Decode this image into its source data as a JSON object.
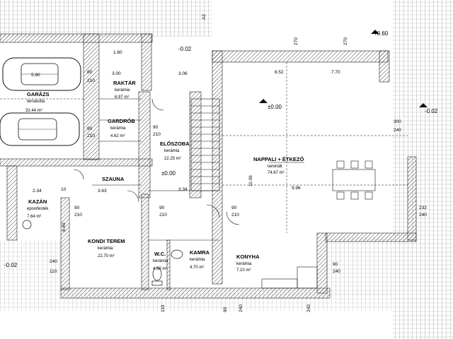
{
  "rooms": [
    {
      "id": "garazs",
      "name": "GARÁZS",
      "floor": "terrakotta",
      "area": "32.44 m²"
    },
    {
      "id": "raktar",
      "name": "RAKTÁR",
      "floor": "kerámia",
      "area": "6.97 m²"
    },
    {
      "id": "gardrob",
      "name": "GARDRÓB",
      "floor": "kerámia",
      "area": "4.62 m²"
    },
    {
      "id": "eloszoba",
      "name": "ELŐSZOBA",
      "floor": "kerámia",
      "area": "22.25 m²",
      "level": "±0.00"
    },
    {
      "id": "nappali",
      "name": "NAPPALI + ÉTKEZŐ",
      "floor": "laminált",
      "area": "74.67 m²"
    },
    {
      "id": "szauna",
      "name": "SZAUNA",
      "floor": "",
      "area": ""
    },
    {
      "id": "kazan",
      "name": "KAZÁN",
      "floor": "epoxifesték",
      "area": "7.64 m²"
    },
    {
      "id": "kondi",
      "name": "KONDI TEREM",
      "floor": "kerámia",
      "area": "22.70 m²"
    },
    {
      "id": "wc",
      "name": "W.C.",
      "floor": "kerámia",
      "area": "4.39 m²"
    },
    {
      "id": "kamra",
      "name": "KAMRA",
      "floor": "kerámia",
      "area": "4.70 m²"
    },
    {
      "id": "konyha",
      "name": "KONYHA",
      "floor": "kerámia",
      "area": "7.10 m²"
    }
  ],
  "levels": {
    "top_right": "+0.60",
    "right": "-0.02",
    "top_mid": "-0.02",
    "bottom_left": "-0.02",
    "living": "±0.00",
    "hall": "±0.00"
  },
  "section_label": "A2",
  "dimensions": {
    "d590": "5.90",
    "d160": "1.60",
    "d300": "3.00",
    "d306": "3.06",
    "d652": "8.52",
    "d770": "7.70",
    "d334": "3.34",
    "d996": "9.96",
    "d1106": "11.06",
    "d234": "2.34",
    "d363": "3.63",
    "d640": "6.40",
    "o210": "210",
    "o90": "90",
    "o240": "240",
    "o80": "80",
    "o10": "10",
    "o270": "270",
    "o300": "300",
    "o232": "232",
    "o110": "110"
  }
}
